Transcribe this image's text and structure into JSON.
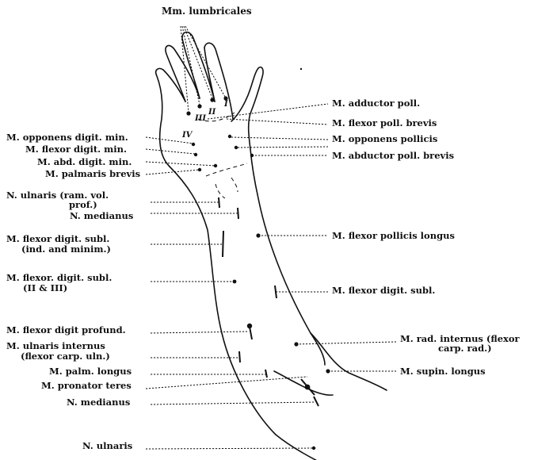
{
  "title": "Mm. lumbricales",
  "roman_numerals": [
    "I",
    "II",
    "III",
    "IV"
  ],
  "labels_left": [
    {
      "l1": "M. opponens digit. min."
    },
    {
      "l1": "M. flexor digit. min."
    },
    {
      "l1": "M. abd. digit. min."
    },
    {
      "l1": "M. palmaris brevis"
    },
    {
      "l1": "N.  ulnaris  (ram.  vol.",
      "l2": "prof.)"
    },
    {
      "l1": "N. medianus"
    },
    {
      "l1": "M.  flexor  digit.  subl.",
      "l2": "(ind. and minim.)"
    },
    {
      "l1": "M.  flexor.  digit.  subl.",
      "l2": "(II & III)"
    },
    {
      "l1": "M. flexor digit profund."
    },
    {
      "l1": "M.   ulnaris   internus",
      "l2": "(flexor carp. uln.)"
    },
    {
      "l1": "M. palm. longus"
    },
    {
      "l1": "M. pronator teres"
    },
    {
      "l1": "N. medianus"
    },
    {
      "l1": "N. ulnaris"
    }
  ],
  "labels_right": [
    {
      "l1": "M. adductor poll."
    },
    {
      "l1": "M. flexor poll. brevis"
    },
    {
      "l1": "M. opponens pollicis"
    },
    {
      "l1": "M. abductor poll. brevis"
    },
    {
      "l1": "M. flexor pollicis longus"
    },
    {
      "l1": "M. flexor digit. subl."
    },
    {
      "l1": "M. rad. internus (flexor",
      "l2": "carp. rad.)"
    },
    {
      "l1": "M. supin. longus"
    }
  ]
}
